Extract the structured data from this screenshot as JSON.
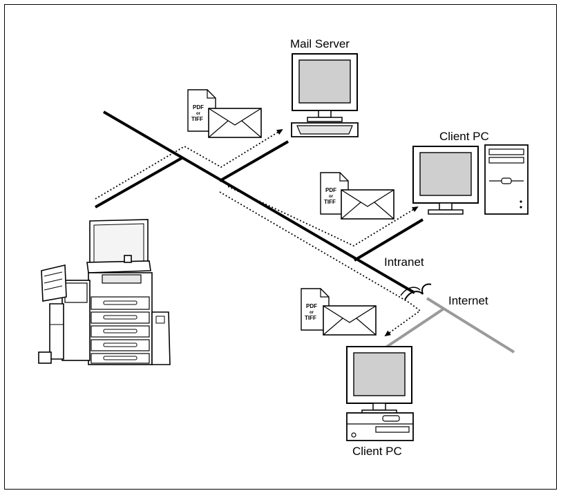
{
  "labels": {
    "mail_server": "Mail Server",
    "client_pc_1": "Client PC",
    "client_pc_2": "Client PC",
    "intranet": "Intranet",
    "internet": "Internet"
  },
  "document_icon": {
    "line1": "PDF",
    "line2": "or",
    "line3": "TIFF"
  },
  "colors": {
    "intranet_line": "#000000",
    "internet_line": "#9a9a9a",
    "screen": "#cfcfcf"
  }
}
